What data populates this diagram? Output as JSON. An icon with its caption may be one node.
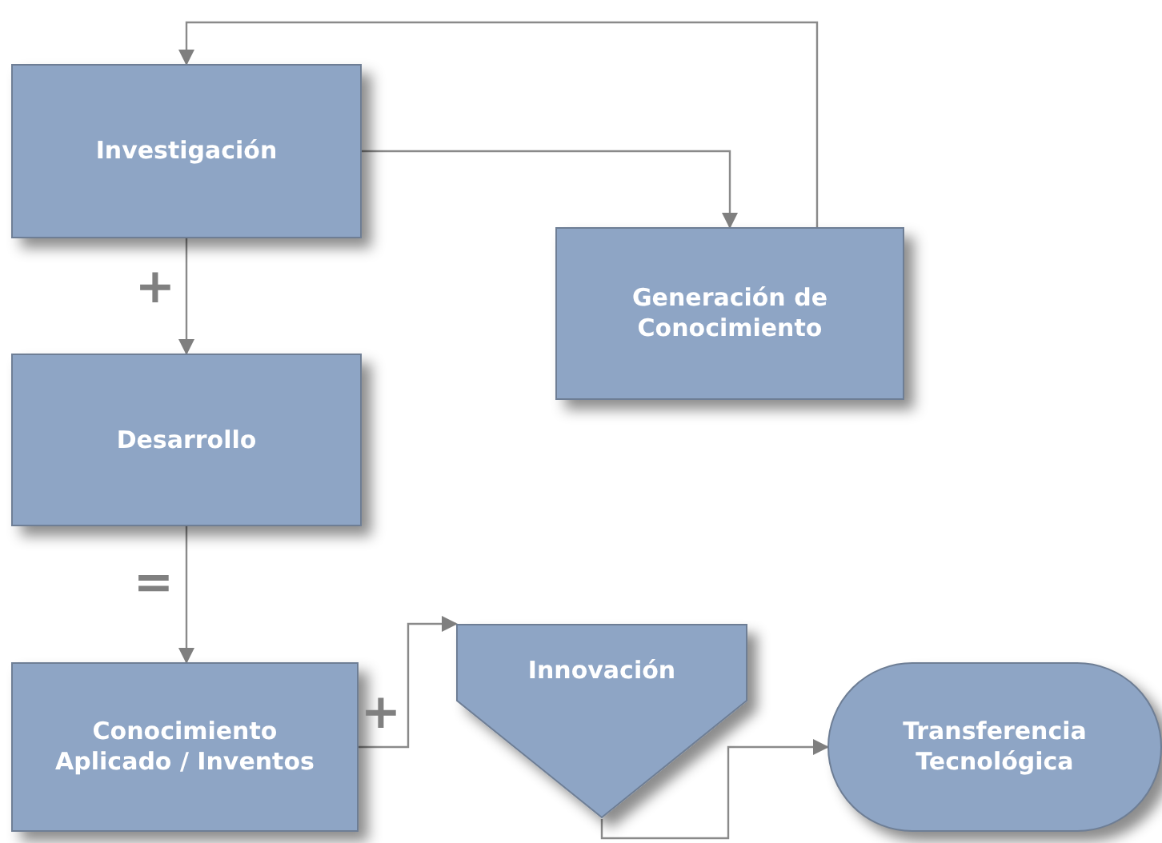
{
  "diagram": {
    "nodes": [
      {
        "text": [
          "Investigación"
        ]
      },
      {
        "text": [
          "Generación de Conocimiento"
        ]
      },
      {
        "text": [
          "Desarrollo"
        ]
      },
      {
        "text": [
          "Conocimiento Aplicado / Inventos"
        ]
      },
      {
        "text": [
          "Innovación"
        ]
      },
      {
        "text": [
          "Transferencia Tecnológica"
        ]
      }
    ],
    "edges": [
      {
        "from": 0,
        "to": 1,
        "arrow": "to"
      },
      {
        "from": 1,
        "to": 0,
        "arrow": "to"
      },
      {
        "from": 0,
        "to": 2,
        "arrow": "to",
        "label": "+"
      },
      {
        "from": 2,
        "to": 3,
        "arrow": "to",
        "label": "="
      },
      {
        "from": 3,
        "to": 4,
        "arrow": "to",
        "label": "+"
      },
      {
        "from": 4,
        "to": 5,
        "arrow": "to"
      }
    ]
  }
}
